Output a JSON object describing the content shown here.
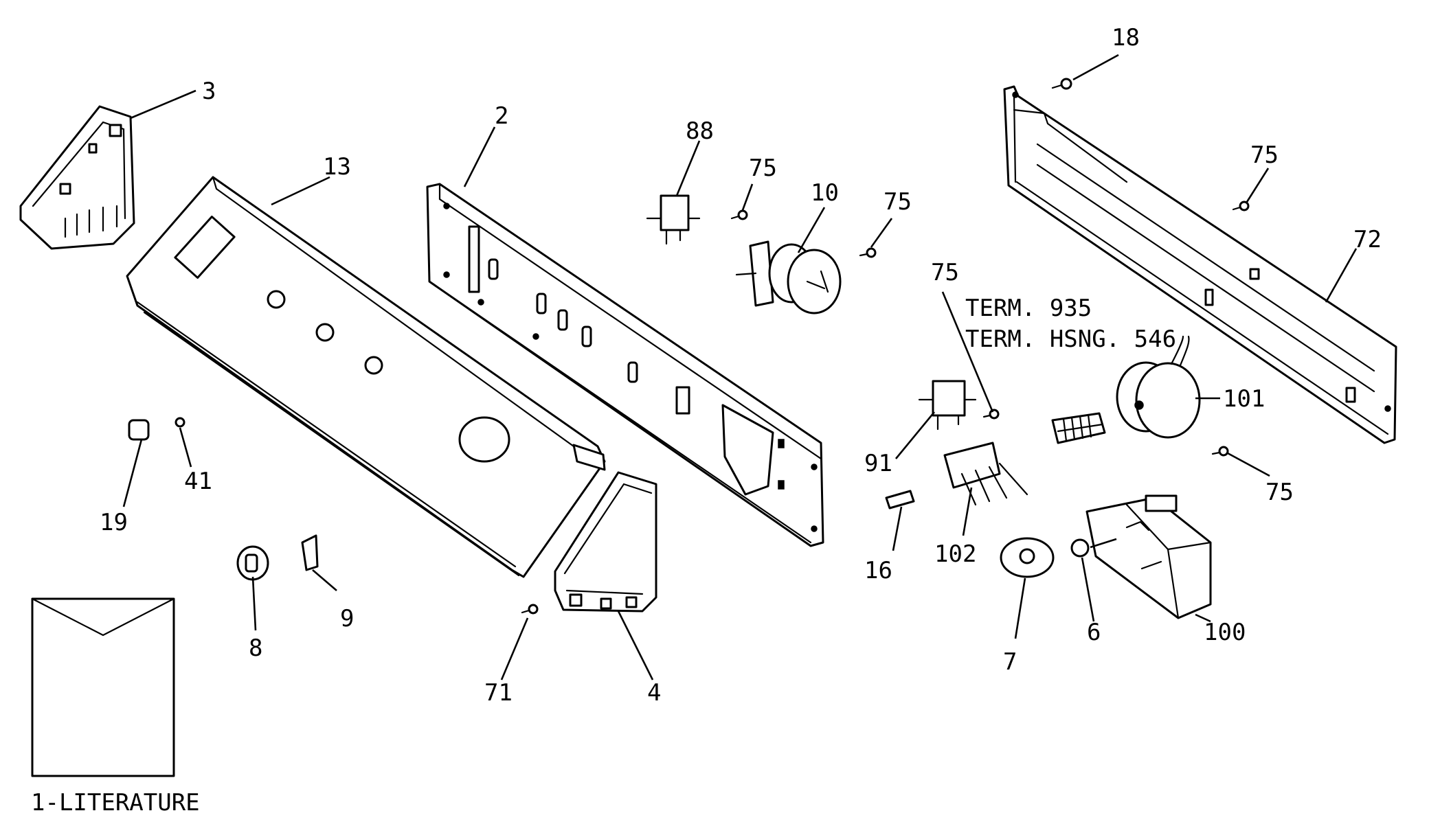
{
  "callouts": {
    "c18": "18",
    "c3": "3",
    "c2": "2",
    "c88": "88",
    "c75a": "75",
    "c10": "10",
    "c75b": "75",
    "c13": "13",
    "c75c": "75",
    "c75d": "75",
    "c72": "72",
    "c101": "101",
    "c91": "91",
    "c75e": "75",
    "c41": "41",
    "c19": "19",
    "c102": "102",
    "c16": "16",
    "c9": "9",
    "c8": "8",
    "c7": "7",
    "c6": "6",
    "c100": "100",
    "c71": "71",
    "c4": "4"
  },
  "notes": {
    "term": "TERM. 935",
    "term_housing": "TERM. HSNG. 546",
    "literature": "1-LITERATURE"
  }
}
